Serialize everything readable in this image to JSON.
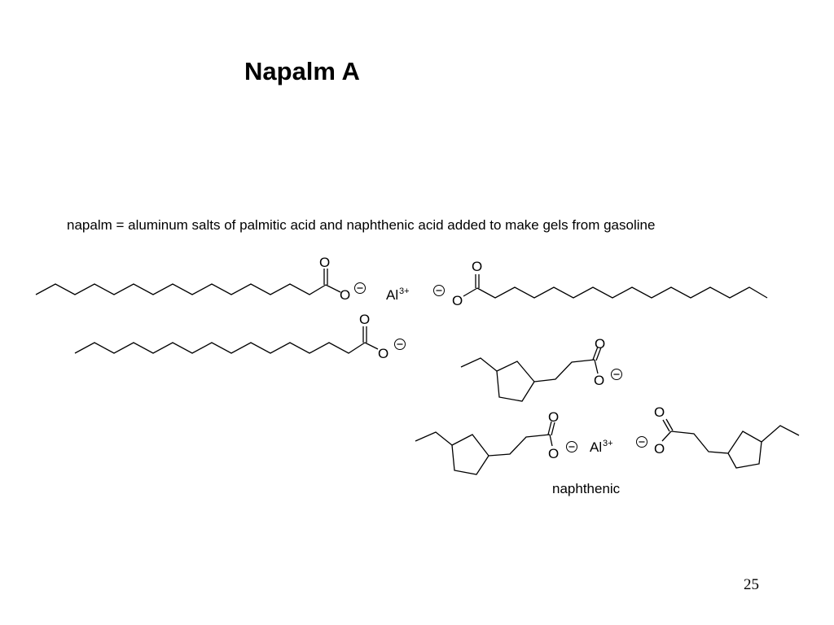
{
  "slide": {
    "title": "Napalm A",
    "description": "napalm = aluminum salts of palmitic acid and naphthenic acid added to make gels from gasoline",
    "caption": "naphthenic",
    "page_number": "25"
  },
  "labels": {
    "oxygen": "O",
    "aluminum": "Al",
    "aluminum_charge": "3+"
  },
  "icons": {
    "negative_charge": "minus-in-circle"
  },
  "colors": {
    "background": "#ffffff",
    "ink": "#000000"
  }
}
